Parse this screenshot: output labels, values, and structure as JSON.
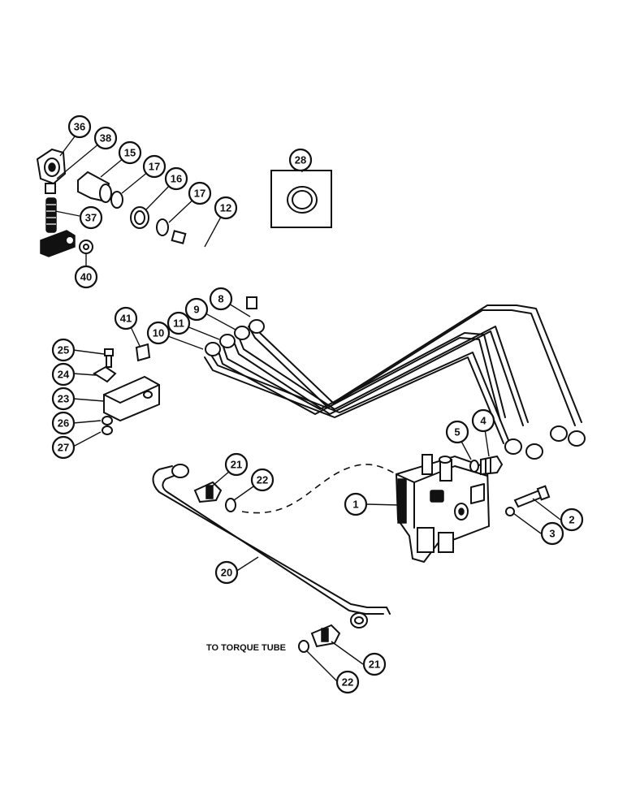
{
  "callouts": {
    "c36": "36",
    "c38": "38",
    "c15": "15",
    "c17a": "17",
    "c16": "16",
    "c17b": "17",
    "c12": "12",
    "c28": "28",
    "c37": "37",
    "c40": "40",
    "c41": "41",
    "c8": "8",
    "c9": "9",
    "c11": "11",
    "c10": "10",
    "c25": "25",
    "c24": "24",
    "c23": "23",
    "c26": "26",
    "c27": "27",
    "c5": "5",
    "c4": "4",
    "c21a": "21",
    "c22a": "22",
    "c1": "1",
    "c2": "2",
    "c3": "3",
    "c20": "20",
    "c21b": "21",
    "c22b": "22"
  },
  "labels": {
    "torque_tube": "TO TORQUE TUBE"
  }
}
